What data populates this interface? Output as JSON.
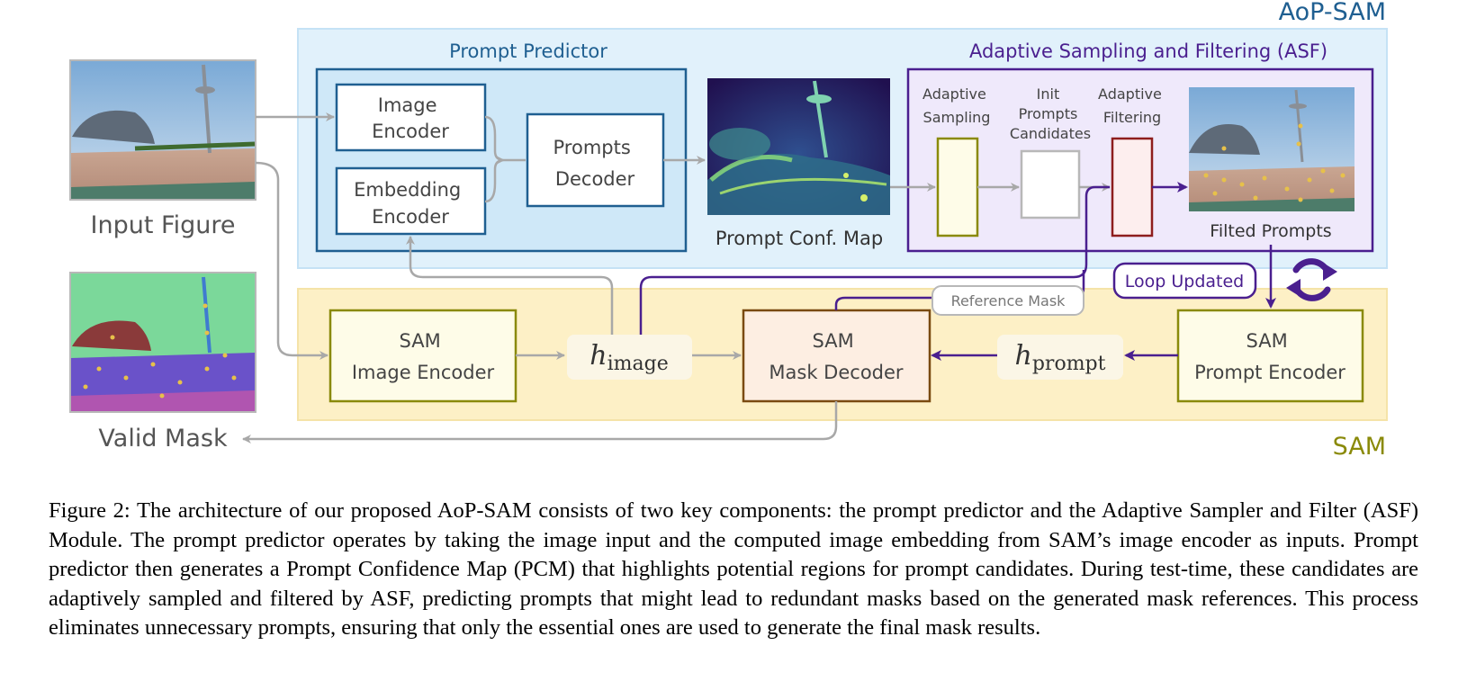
{
  "diagram": {
    "aop_title": "AoP-SAM",
    "sam_title": "SAM",
    "prompt_predictor": {
      "title": "Prompt Predictor",
      "image_encoder": [
        "Image",
        "Encoder"
      ],
      "embedding_encoder": [
        "Embedding",
        "Encoder"
      ],
      "prompts_decoder": [
        "Prompts",
        "Decoder"
      ]
    },
    "prompt_conf_map": "Prompt Conf. Map",
    "asf": {
      "title": "Adaptive Sampling and Filtering (ASF)",
      "adaptive_sampling": [
        "Adaptive",
        "Sampling"
      ],
      "init_prompts": [
        "Init",
        "Prompts",
        "Candidates"
      ],
      "adaptive_filtering": [
        "Adaptive",
        "Filtering"
      ],
      "filted_prompts": "Filted Prompts"
    },
    "input_figure": "Input Figure",
    "valid_mask": "Valid Mask",
    "loop_updated": "Loop Updated",
    "reference_mask": "Reference Mask",
    "sam_image_encoder": [
      "SAM",
      "Image Encoder"
    ],
    "h_image": {
      "base": "h",
      "sub": "image"
    },
    "sam_mask_decoder": [
      "SAM",
      "Mask Decoder"
    ],
    "h_prompt": {
      "base": "h",
      "sub": "prompt"
    },
    "sam_prompt_encoder": [
      "SAM",
      "Prompt Encoder"
    ],
    "colors": {
      "aop_blue": "#1f5f91",
      "aop_bg": "#e1f1fb",
      "predictor_bg": "#cfe8f8",
      "asf_purple": "#4a1f8f",
      "asf_bg": "#efe9fb",
      "sam_olive": "#8a8a0a",
      "sam_bg": "#fdf0c6",
      "filter_red": "#8e1d1d",
      "mask_decoder_brown": "#7a4a10",
      "arrow_gray": "#a8a8a8"
    }
  },
  "caption": "Figure 2: The architecture of our proposed AoP-SAM consists of two key components: the prompt predictor and the Adaptive Sampler and Filter (ASF) Module. The prompt predictor operates by taking the image input and the computed image embedding from SAM’s image encoder as inputs. Prompt predictor then generates a Prompt Confidence Map (PCM) that highlights potential regions for prompt candidates. During test-time, these candidates are adaptively sampled and filtered by ASF, predicting prompts that might lead to redundant masks based on the generated mask references. This process eliminates unnecessary prompts, ensuring that only the essential ones are used to generate the final mask results."
}
